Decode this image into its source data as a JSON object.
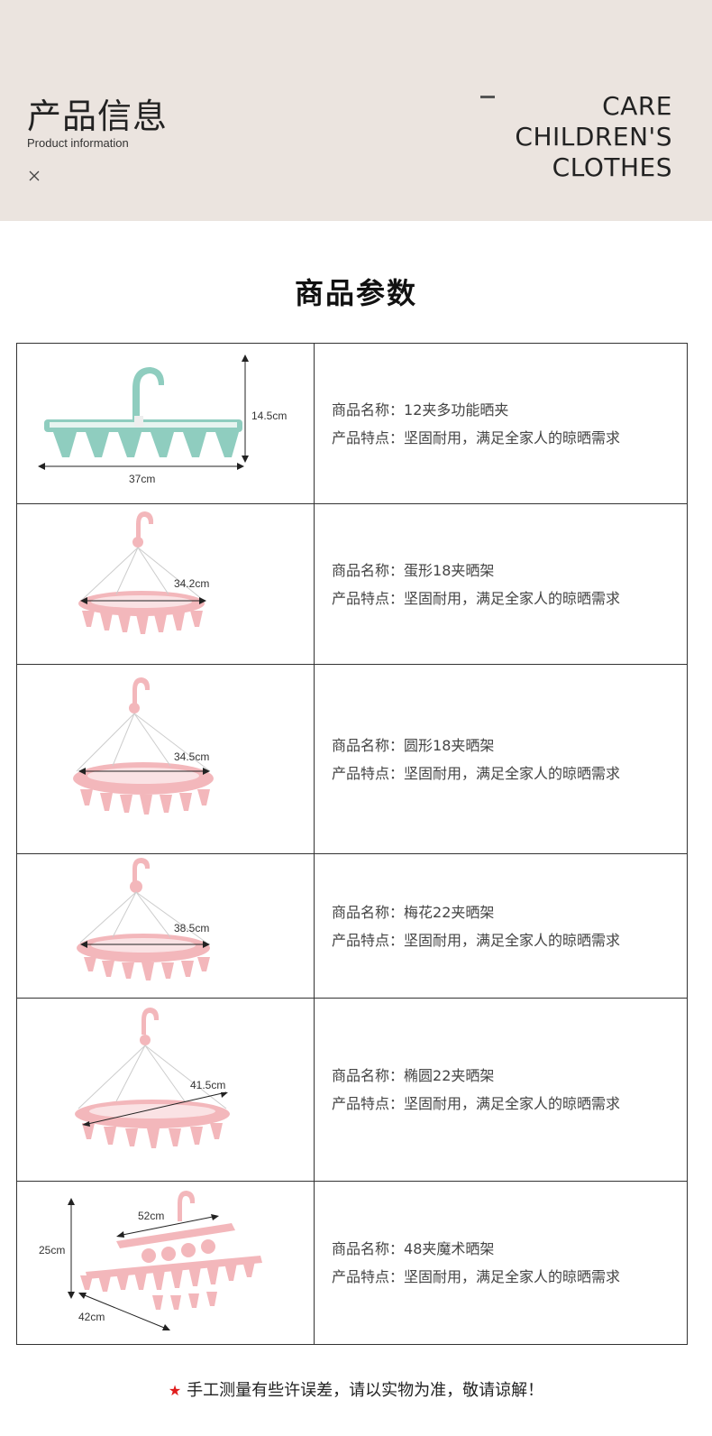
{
  "banner": {
    "title_cn": "产品信息",
    "title_en": "Product information",
    "care_lines": [
      "CARE",
      "CHILDREN'S",
      "CLOTHES"
    ]
  },
  "section": {
    "title": "商品参数"
  },
  "products": [
    {
      "name_label": "商品名称：",
      "name": "12夹多功能晒夹",
      "feature_label": "产品特点：",
      "feature": "坚固耐用，满足全家人的晾晒需求",
      "color": "#8fcdbf",
      "dims": [
        "14.5cm",
        "37cm"
      ]
    },
    {
      "name_label": "商品名称：",
      "name": "蛋形18夹晒架",
      "feature_label": "产品特点：",
      "feature": "坚固耐用，满足全家人的晾晒需求",
      "color": "#f3b7bb",
      "dims": [
        "34.2cm"
      ]
    },
    {
      "name_label": "商品名称：",
      "name": "圆形18夹晒架",
      "feature_label": "产品特点：",
      "feature": "坚固耐用，满足全家人的晾晒需求",
      "color": "#f3b7bb",
      "dims": [
        "34.5cm"
      ]
    },
    {
      "name_label": "商品名称：",
      "name": "梅花22夹晒架",
      "feature_label": "产品特点：",
      "feature": "坚固耐用，满足全家人的晾晒需求",
      "color": "#f3b7bb",
      "dims": [
        "38.5cm"
      ]
    },
    {
      "name_label": "商品名称：",
      "name": "椭圆22夹晒架",
      "feature_label": "产品特点：",
      "feature": "坚固耐用，满足全家人的晾晒需求",
      "color": "#f3b7bb",
      "dims": [
        "41.5cm"
      ]
    },
    {
      "name_label": "商品名称：",
      "name": "48夹魔术晒架",
      "feature_label": "产品特点：",
      "feature": "坚固耐用，满足全家人的晾晒需求",
      "color": "#f3b7bb",
      "dims": [
        "52cm",
        "25cm",
        "42cm"
      ]
    }
  ],
  "footer": {
    "star": "★",
    "note": "手工测量有些许误差，请以实物为准，敬请谅解！"
  }
}
